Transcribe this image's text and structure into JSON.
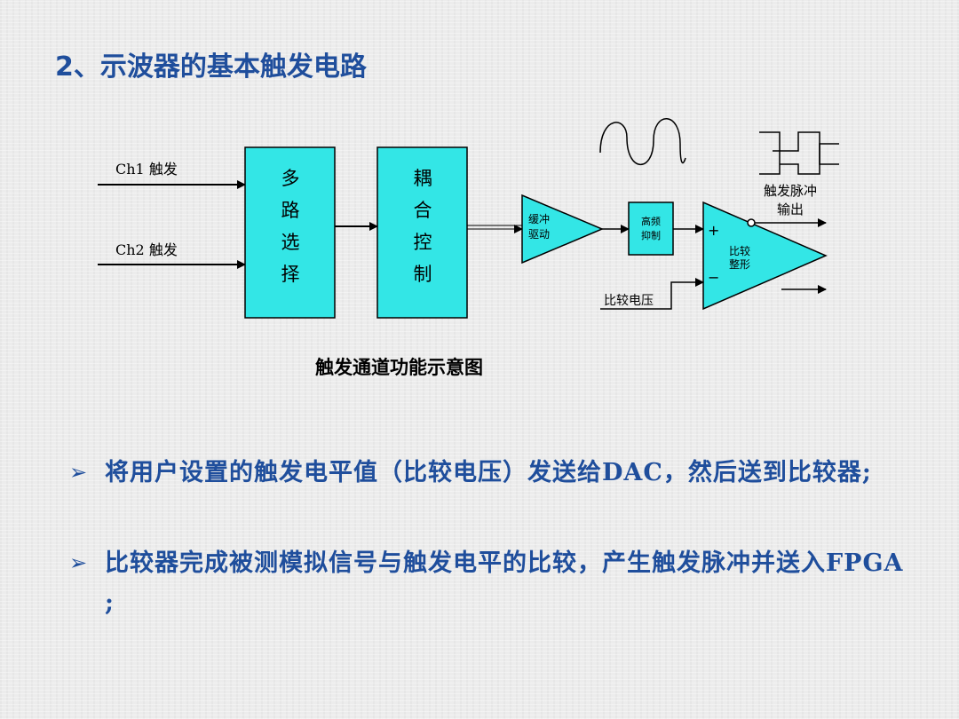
{
  "title": "2、示波器的基本触发电路",
  "diagram": {
    "inputs": [
      "Ch1 触发",
      "Ch2 触发"
    ],
    "mux_label": [
      "多",
      "路",
      "选",
      "择"
    ],
    "coupling_label": [
      "耦",
      "合",
      "控",
      "制"
    ],
    "buffer_label": [
      "缓冲",
      "驱动"
    ],
    "hf_reject_label": [
      "高频",
      "抑制"
    ],
    "comparator_label": [
      "比较",
      "整形"
    ],
    "plus_sign": "+",
    "minus_sign": "−",
    "compare_voltage_label": "比较电压",
    "output_label": [
      "触发脉冲",
      "输出"
    ]
  },
  "caption": "触发通道功能示意图",
  "bullets": [
    {
      "marker": "➢",
      "text": "将用户设置的触发电平值（比较电压）发送给DAC，然后送到比较器;"
    },
    {
      "marker": "➢",
      "text": "比较器完成被测模拟信号与触发电平的比较，产生触发脉冲并送入FPGA ;"
    }
  ],
  "colors": {
    "title": "#1f4e9c",
    "block_fill": "#33e6e6",
    "bullet_text": "#1f4e9c"
  }
}
